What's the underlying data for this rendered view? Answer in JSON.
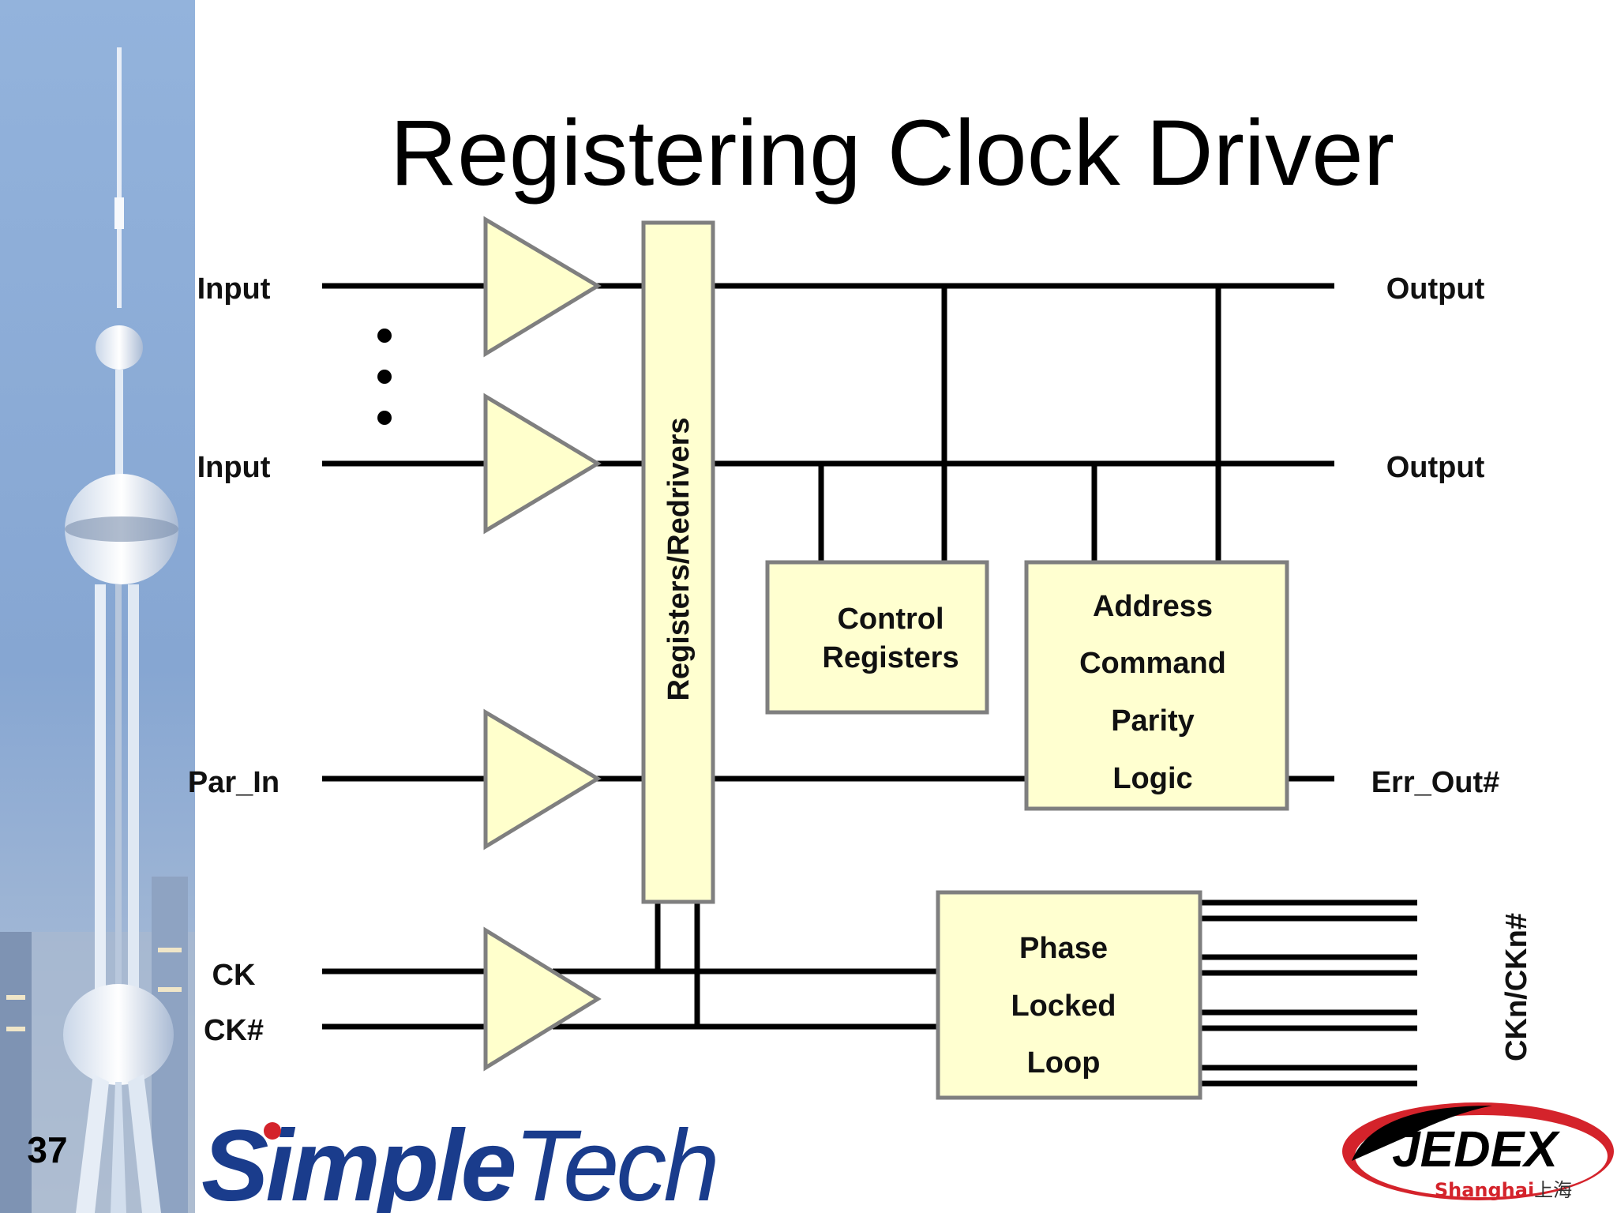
{
  "slide": {
    "title": "Registering Clock Driver",
    "page_number": "37",
    "colors": {
      "sidebar": "#8fb0d8",
      "component_fill": "#ffffcc",
      "component_stroke": "#7f7f7f",
      "wire": "#000000",
      "simpletech_blue": "#1a3c8c",
      "jedex_red": "#d4232b"
    }
  },
  "diagram": {
    "inputs": {
      "input_1": "Input",
      "input_2": "Input",
      "par_in": "Par_In",
      "ck": "CK",
      "ck_n": "CK#"
    },
    "outputs": {
      "output_1": "Output",
      "output_2": "Output",
      "err_out": "Err_Out#",
      "clock_outputs": "CKn/CKn#"
    },
    "blocks": {
      "registers": "Registers/Redrivers",
      "control": [
        "Control",
        "Registers"
      ],
      "parity": [
        "Address",
        "Command",
        "Parity",
        "Logic"
      ],
      "pll": [
        "Phase",
        "Locked",
        "Loop"
      ]
    }
  },
  "logos": {
    "simpletech": {
      "simple": "Simple",
      "tech": "Tech"
    },
    "jedex": {
      "name": "JEDEX",
      "city": "Shanghai",
      "city_cn": "上海"
    }
  }
}
